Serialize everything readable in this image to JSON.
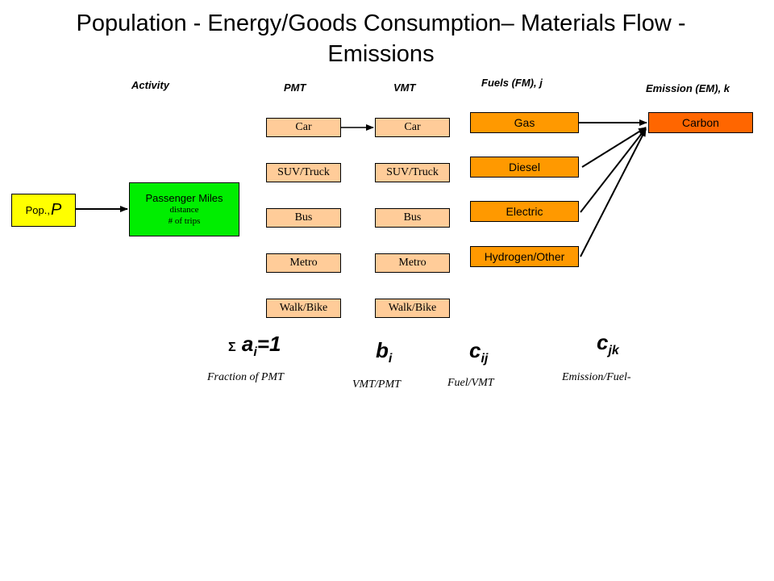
{
  "title": {
    "line1": "Population - Energy/Goods Consumption– Materials Flow -",
    "line2": "Emissions"
  },
  "headers": {
    "activity": "Activity",
    "pmt": "PMT",
    "vmt": "VMT",
    "fuels": "Fuels (FM), j",
    "emission": "Emission (EM), k"
  },
  "population": {
    "label": "Pop.,",
    "symbol": "P"
  },
  "passenger_miles": {
    "line1": "Passenger Miles",
    "line2": "distance",
    "line3": "# of trips"
  },
  "pmt_modes": [
    "Car",
    "SUV/Truck",
    "Bus",
    "Metro",
    "Walk/Bike"
  ],
  "vmt_modes": [
    "Car",
    "SUV/Truck",
    "Bus",
    "Metro",
    "Walk/Bike"
  ],
  "fuels": [
    "Gas",
    "Diesel",
    "Electric",
    "Hydrogen/Other"
  ],
  "emissions": [
    "Carbon"
  ],
  "coefficients": {
    "a": {
      "sum": "Σ",
      "base": "a",
      "sub": "i",
      "suffix": "=1",
      "desc": "Fraction of PMT"
    },
    "b": {
      "base": "b",
      "sub": "i",
      "desc": "VMT/PMT"
    },
    "cij": {
      "base": "c",
      "sub": "ij",
      "desc": "Fuel/VMT"
    },
    "cjk": {
      "base": "c",
      "sub": "jk",
      "desc": "Emission/Fuel-"
    }
  },
  "colors": {
    "population": "#ffff00",
    "passenger_miles": "#00ee00",
    "modes": "#ffcc99",
    "fuels": "#ff9900",
    "emissions": "#ff6600"
  }
}
